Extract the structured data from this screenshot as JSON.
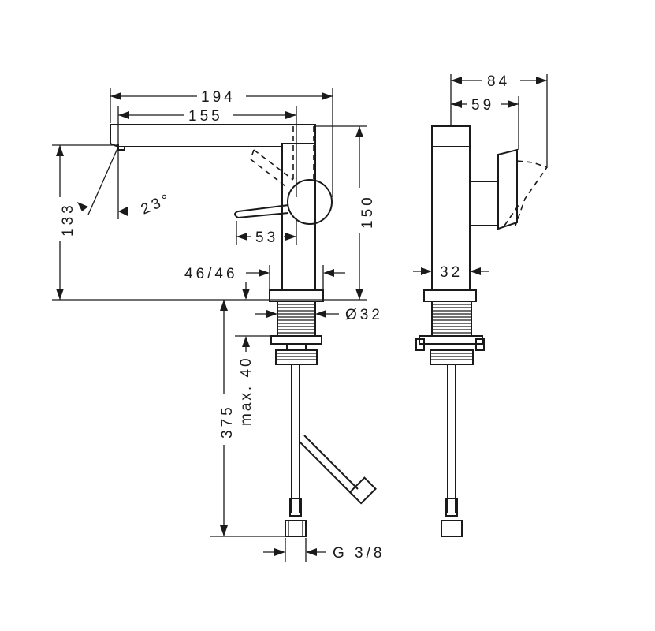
{
  "dimensions": {
    "spout_total": "194",
    "spout_length": "155",
    "height_spout": "133",
    "angle": "23°",
    "height_total": "150",
    "lever": "53",
    "body_diameter": "46/46",
    "thread_diameter": "Ø32",
    "max_thickness": "max. 40",
    "hose_length": "375",
    "connection": "G 3/8",
    "side_total": "84",
    "side_lever": "59",
    "side_body": "32"
  }
}
